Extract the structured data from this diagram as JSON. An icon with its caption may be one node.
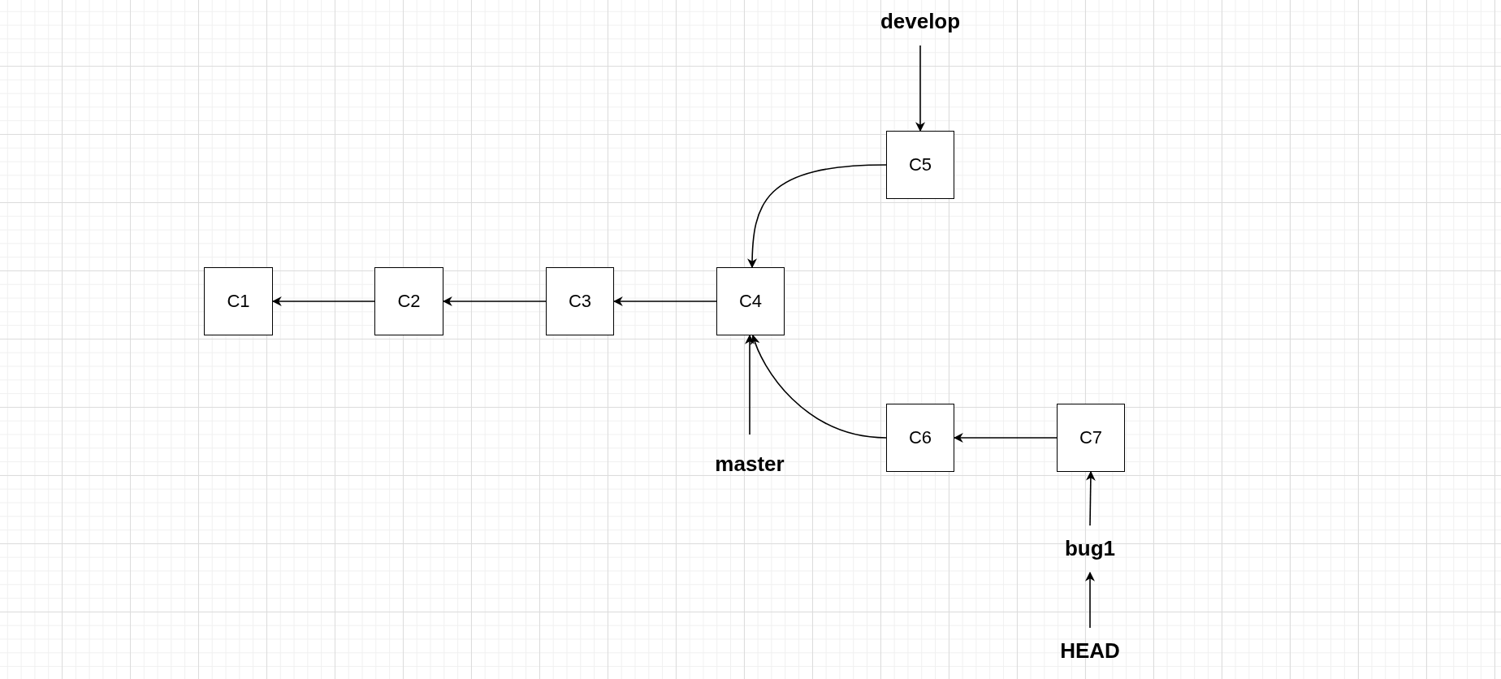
{
  "diagram": {
    "nodes": [
      {
        "text": [
          "develop"
        ]
      },
      {
        "text": [
          "C5"
        ]
      },
      {
        "text": [
          "C1"
        ]
      },
      {
        "text": [
          "C2"
        ]
      },
      {
        "text": [
          "C3"
        ]
      },
      {
        "text": [
          "C4"
        ]
      },
      {
        "text": [
          "master"
        ]
      },
      {
        "text": [
          "C6"
        ]
      },
      {
        "text": [
          "C7"
        ]
      },
      {
        "text": [
          "bug1"
        ]
      },
      {
        "text": [
          "HEAD"
        ]
      }
    ],
    "edges": [
      {
        "from": 0,
        "to": 1,
        "arrow": "to"
      },
      {
        "from": 1,
        "to": 5,
        "arrow": "to"
      },
      {
        "from": 3,
        "to": 2,
        "arrow": "to"
      },
      {
        "from": 4,
        "to": 3,
        "arrow": "to"
      },
      {
        "from": 5,
        "to": 4,
        "arrow": "to"
      },
      {
        "from": 6,
        "to": 5,
        "arrow": "to"
      },
      {
        "from": 7,
        "to": 5,
        "arrow": "to"
      },
      {
        "from": 8,
        "to": 7,
        "arrow": "to"
      },
      {
        "from": 9,
        "to": 8,
        "arrow": "to"
      },
      {
        "from": 10,
        "to": 9,
        "arrow": "to"
      }
    ]
  }
}
